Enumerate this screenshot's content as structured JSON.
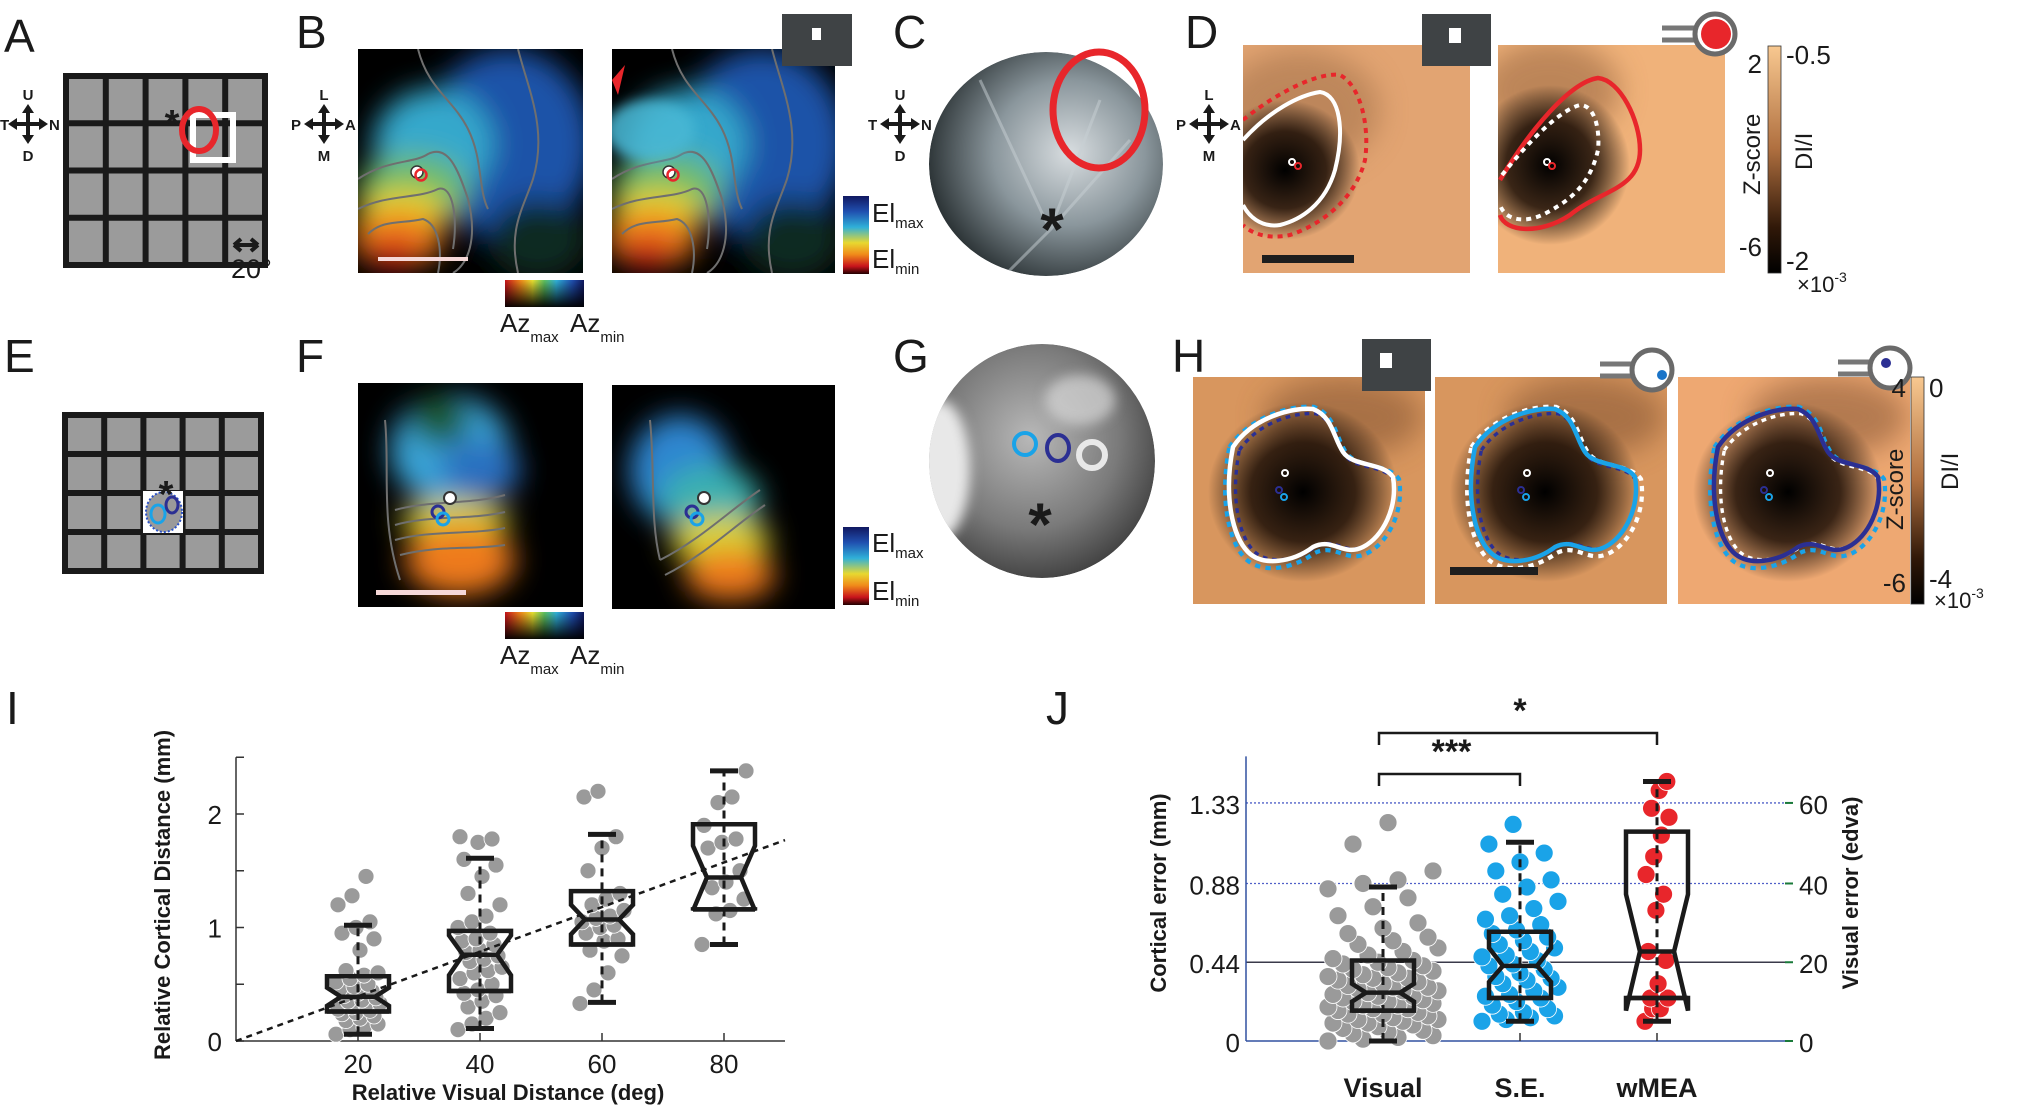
{
  "panel_labels": [
    "A",
    "B",
    "C",
    "D",
    "E",
    "F",
    "G",
    "H",
    "I",
    "J"
  ],
  "panel_a": {
    "compass": {
      "up": "U",
      "down": "D",
      "left": "T",
      "right": "N"
    },
    "scale_label": "20°",
    "stimulus_mark": "*"
  },
  "panel_b": {
    "compass": {
      "up": "L",
      "down": "M",
      "left": "P",
      "right": "A"
    },
    "az_colorbar": {
      "left": "Az",
      "left_sub": "max",
      "right": "Az",
      "right_sub": "min"
    },
    "el_colorbar": {
      "top": "El",
      "top_sub": "max",
      "bottom": "El",
      "bottom_sub": "min"
    }
  },
  "panel_c": {
    "compass": {
      "up": "U",
      "down": "D",
      "left": "T",
      "right": "N"
    },
    "fovea_mark": "*"
  },
  "panel_d": {
    "compass": {
      "up": "L",
      "down": "M",
      "left": "P",
      "right": "A"
    },
    "colorbar": {
      "z_label": "Z-score",
      "z_top": "2",
      "z_bottom": "-6",
      "dii_label": "DI/I",
      "dii_top": "-0.5",
      "dii_bottom": "-2",
      "exp_base": "×10",
      "exp": "-3"
    }
  },
  "panel_e": {
    "stimulus_mark": "*"
  },
  "panel_f": {
    "az_colorbar": {
      "left": "Az",
      "left_sub": "max",
      "right": "Az",
      "right_sub": "min"
    },
    "el_colorbar": {
      "top": "El",
      "top_sub": "max",
      "bottom": "El",
      "bottom_sub": "min"
    }
  },
  "panel_g": {
    "fovea_mark": "*"
  },
  "panel_h": {
    "colorbar": {
      "z_label": "Z-score",
      "z_top": "4",
      "z_bottom": "-6",
      "dii_label": "DI/I",
      "dii_top": "0",
      "dii_bottom": "-4",
      "exp_base": "×10",
      "exp": "-3"
    }
  },
  "colors": {
    "red": "#e8262b",
    "light_blue": "#1aa3e8",
    "dark_blue": "#2b2f93",
    "gray_point": "#9a9a9a",
    "icon_dark": "#3f4345"
  },
  "chart_data": [
    {
      "panel": "I",
      "type": "box",
      "xlabel": "Relative Visual Distance (deg)",
      "ylabel": "Relative Cortical Distance (mm)",
      "xlim": [
        0,
        90
      ],
      "ylim": [
        0,
        2.5
      ],
      "xticks": [
        20,
        40,
        60,
        80
      ],
      "yticks": [
        0,
        1,
        2
      ],
      "ytick_marks": [
        0,
        0.5,
        1,
        1.5,
        2
      ],
      "trend_line": {
        "x": [
          0,
          90
        ],
        "y": [
          0,
          1.77
        ],
        "style": "dashed"
      },
      "groups": [
        {
          "x": 20,
          "whisker_low": 0.06,
          "q1": 0.26,
          "median": 0.39,
          "q3": 0.57,
          "whisker_high": 1.02,
          "notch": [
            0.31,
            0.47
          ],
          "points": [
            0.06,
            0.1,
            0.12,
            0.15,
            0.18,
            0.2,
            0.22,
            0.24,
            0.25,
            0.27,
            0.28,
            0.3,
            0.32,
            0.33,
            0.35,
            0.36,
            0.38,
            0.4,
            0.42,
            0.44,
            0.46,
            0.48,
            0.5,
            0.52,
            0.55,
            0.58,
            0.6,
            0.62,
            0.8,
            0.9,
            0.95,
            1.0,
            1.05,
            1.2,
            1.28,
            1.45
          ]
        },
        {
          "x": 40,
          "whisker_low": 0.11,
          "q1": 0.44,
          "median": 0.76,
          "q3": 0.97,
          "whisker_high": 1.61,
          "notch": [
            0.58,
            0.93
          ],
          "points": [
            0.1,
            0.15,
            0.2,
            0.25,
            0.3,
            0.35,
            0.4,
            0.42,
            0.45,
            0.5,
            0.55,
            0.6,
            0.62,
            0.65,
            0.7,
            0.72,
            0.75,
            0.78,
            0.8,
            0.85,
            0.88,
            0.9,
            0.95,
            1.0,
            1.05,
            1.1,
            1.2,
            1.3,
            1.45,
            1.55,
            1.6,
            1.75,
            1.78,
            1.8
          ]
        },
        {
          "x": 60,
          "whisker_low": 0.34,
          "q1": 0.85,
          "median": 1.07,
          "q3": 1.32,
          "whisker_high": 1.82,
          "notch": [
            0.94,
            1.2
          ],
          "points": [
            0.33,
            0.45,
            0.6,
            0.75,
            0.8,
            0.88,
            0.9,
            0.95,
            1.0,
            1.02,
            1.05,
            1.08,
            1.1,
            1.15,
            1.2,
            1.25,
            1.3,
            1.5,
            1.7,
            1.8,
            2.15,
            2.2
          ]
        },
        {
          "x": 80,
          "whisker_low": 0.85,
          "q1": 1.16,
          "median": 1.44,
          "q3": 1.91,
          "whisker_high": 2.38,
          "notch": [
            1.15,
            1.72
          ],
          "points": [
            0.85,
            1.12,
            1.15,
            1.25,
            1.35,
            1.4,
            1.5,
            1.7,
            1.75,
            1.78,
            1.9,
            2.1,
            2.15,
            2.38
          ]
        }
      ]
    },
    {
      "panel": "J",
      "type": "box",
      "categories": [
        "Visual",
        "S.E.",
        "wMEA"
      ],
      "ylabel": "Cortical error (mm)",
      "y2label": "Visual error (edva)",
      "ylim": [
        0,
        1.59
      ],
      "yticks": [
        0,
        0.44,
        0.88,
        1.33
      ],
      "y2ticks": [
        0,
        20,
        40,
        60
      ],
      "gridlines": [
        {
          "y": 0.44,
          "style": "solid"
        },
        {
          "y": 0.88,
          "style": "dotted"
        },
        {
          "y": 1.33,
          "style": "dotted"
        }
      ],
      "significance": [
        {
          "from": "Visual",
          "to": "S.E.",
          "label": "***"
        },
        {
          "from": "Visual",
          "to": "wMEA",
          "label": "*"
        }
      ],
      "groups": [
        {
          "name": "Visual",
          "color": "#9a9a9a",
          "whisker_low": 0,
          "q1": 0.17,
          "median": 0.27,
          "q3": 0.45,
          "whisker_high": 0.86,
          "notch": [
            0.22,
            0.32
          ],
          "points": [
            0,
            0.01,
            0.02,
            0.03,
            0.04,
            0.05,
            0.06,
            0.07,
            0.08,
            0.09,
            0.1,
            0.1,
            0.11,
            0.12,
            0.12,
            0.13,
            0.14,
            0.15,
            0.15,
            0.16,
            0.17,
            0.18,
            0.18,
            0.19,
            0.2,
            0.2,
            0.21,
            0.22,
            0.22,
            0.23,
            0.24,
            0.25,
            0.25,
            0.26,
            0.27,
            0.28,
            0.28,
            0.29,
            0.3,
            0.3,
            0.31,
            0.32,
            0.33,
            0.34,
            0.35,
            0.35,
            0.36,
            0.37,
            0.38,
            0.39,
            0.4,
            0.41,
            0.42,
            0.43,
            0.44,
            0.45,
            0.46,
            0.48,
            0.5,
            0.52,
            0.54,
            0.56,
            0.58,
            0.6,
            0.63,
            0.66,
            0.7,
            0.75,
            0.8,
            0.85,
            0.88,
            0.9,
            0.95,
            1.1,
            1.22
          ]
        },
        {
          "name": "S.E.",
          "color": "#1aa3e8",
          "whisker_low": 0.11,
          "q1": 0.24,
          "median": 0.42,
          "q3": 0.61,
          "whisker_high": 1.11,
          "notch": [
            0.33,
            0.52
          ],
          "points": [
            0.11,
            0.12,
            0.13,
            0.14,
            0.15,
            0.16,
            0.18,
            0.2,
            0.22,
            0.24,
            0.25,
            0.26,
            0.28,
            0.3,
            0.32,
            0.34,
            0.35,
            0.36,
            0.38,
            0.4,
            0.42,
            0.43,
            0.45,
            0.47,
            0.48,
            0.5,
            0.52,
            0.54,
            0.56,
            0.58,
            0.6,
            0.62,
            0.65,
            0.68,
            0.7,
            0.74,
            0.78,
            0.82,
            0.86,
            0.9,
            0.95,
            1.0,
            1.05,
            1.1,
            1.21
          ]
        },
        {
          "name": "wMEA",
          "color": "#e8262b",
          "whisker_low": 0.11,
          "q1": 0.24,
          "median": 0.5,
          "q3": 1.17,
          "whisker_high": 1.45,
          "notch": [
            0.17,
            0.82
          ],
          "points": [
            0.11,
            0.18,
            0.18,
            0.24,
            0.24,
            0.32,
            0.45,
            0.5,
            0.73,
            0.82,
            0.93,
            1.03,
            1.15,
            1.25,
            1.3,
            1.4,
            1.45
          ]
        }
      ]
    }
  ]
}
